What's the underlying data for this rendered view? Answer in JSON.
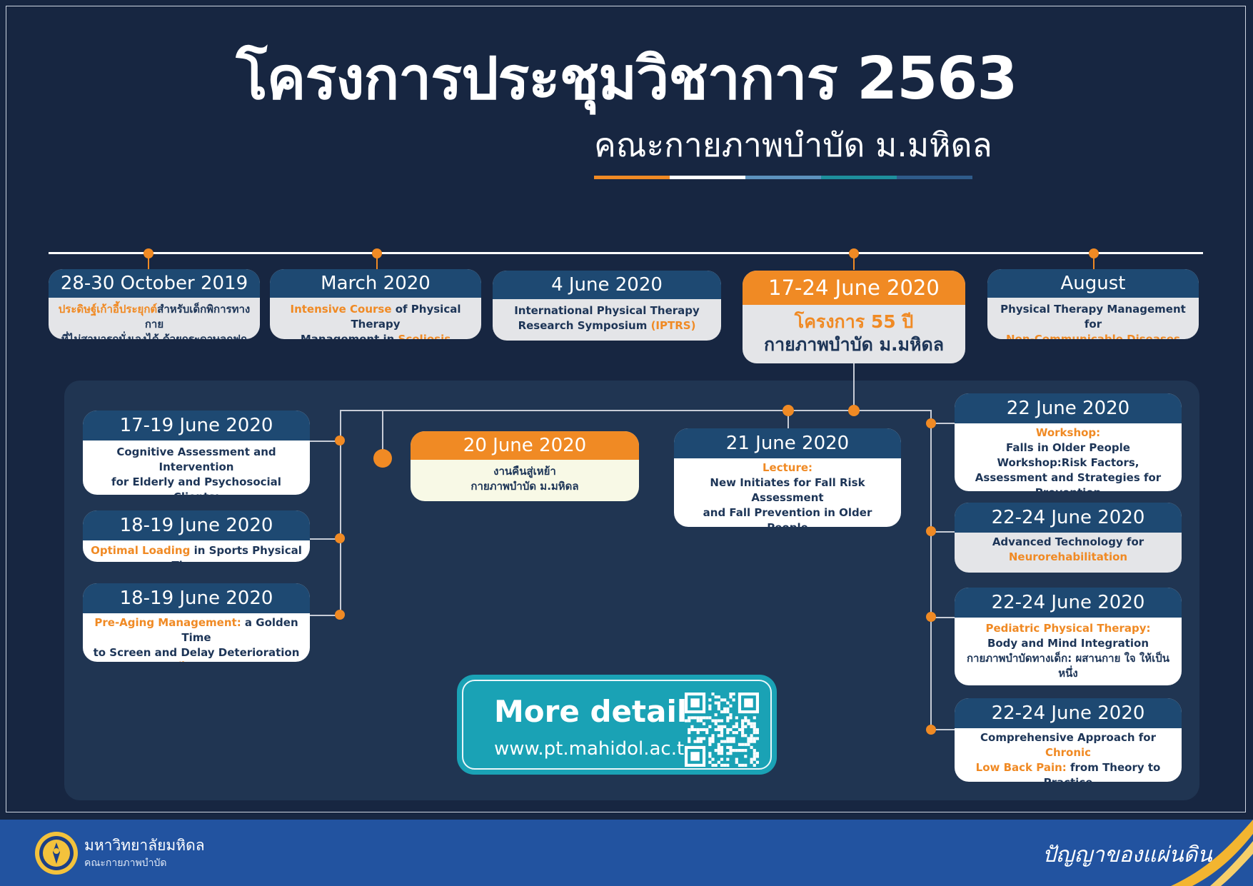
{
  "header": {
    "title": "โครงการประชุมวิชาการ  2563",
    "subtitle": "คณะกายภาพบำบัด ม.มหิดล",
    "underline_colors": [
      "#f08a24",
      "#ffffff",
      "#5d92bd",
      "#1e8f9c",
      "#2f5b8a"
    ]
  },
  "timeline": [
    {
      "date": "28-30 October 2019",
      "lines": [
        [
          {
            "t": "ประดิษฐ์เก้าอี้ประยุกต์",
            "h": 1
          },
          {
            "t": "สำหรับเด็กพิการทางกาย"
          }
        ],
        [
          {
            "t": "ที่ไม่สามารถนั่งเองได้ ด้วยกระดาษลูกฟูก"
          }
        ]
      ]
    },
    {
      "date": "March 2020",
      "lines": [
        [
          {
            "t": "Intensive Course",
            "h": 1
          },
          {
            "t": " of Physical Therapy"
          }
        ],
        [
          {
            "t": "Management in "
          },
          {
            "t": "Scoliosis",
            "h": 1
          }
        ]
      ]
    },
    {
      "date": "4 June 2020",
      "lines": [
        [
          {
            "t": "International Physical Therapy"
          }
        ],
        [
          {
            "t": "Research Symposium "
          },
          {
            "t": "(IPTRS)",
            "h": 1
          }
        ]
      ]
    },
    {
      "date": "17-24 June 2020",
      "lines": [
        [
          {
            "t": "โครงการ 55 ปี",
            "h": 1
          }
        ],
        [
          {
            "t": "กายภาพบำบัด ม.มหิดล"
          }
        ]
      ]
    },
    {
      "date": "August",
      "lines": [
        [
          {
            "t": "Physical Therapy Management for"
          }
        ],
        [
          {
            "t": "Non-Communicable Diseases (NCDs)",
            "h": 1
          }
        ]
      ]
    }
  ],
  "left_events": [
    {
      "date": "17-19 June 2020",
      "lines": [
        [
          {
            "t": "Cognitive Assessment and Intervention"
          }
        ],
        [
          {
            "t": "for Elderly and Psychosocial Clients:"
          }
        ],
        [
          {
            "t": "A Performance-Based Practice",
            "h": 1
          }
        ]
      ]
    },
    {
      "date": "18-19 June 2020",
      "lines": [
        [
          {
            "t": "Optimal Loading",
            "h": 1
          },
          {
            "t": " in Sports Physical Therapy"
          }
        ]
      ]
    },
    {
      "date": "18-19 June 2020",
      "lines": [
        [
          {
            "t": "Pre-Aging Management:",
            "h": 1
          },
          {
            "t": " a Golden Time"
          }
        ],
        [
          {
            "t": "to Screen and Delay Deterioration"
          }
        ],
        [
          {
            "t": "“ดัก (ไว้ก่อน) แก่”",
            "h": 1
          }
        ]
      ]
    }
  ],
  "center_events": [
    {
      "date": "20 June 2020",
      "lines": [
        [
          {
            "t": "งานคืนสู่เหย้า"
          }
        ],
        [
          {
            "t": "กายภาพบำบัด ม.มหิดล"
          }
        ]
      ]
    },
    {
      "date": "21 June 2020",
      "lines": [
        [
          {
            "t": "Lecture:",
            "h": 1
          }
        ],
        [
          {
            "t": "New Initiates for Fall Risk Assessment"
          }
        ],
        [
          {
            "t": "and Fall Prevention in Older People"
          }
        ],
        [
          {
            "t": "โดย Professor Stephen Ronald Lord",
            "h": 1,
            "big": 1
          }
        ]
      ]
    }
  ],
  "right_events": [
    {
      "date": "22 June 2020",
      "lines": [
        [
          {
            "t": "Workshop:",
            "h": 1
          }
        ],
        [
          {
            "t": "Falls in Older People Workshop:Risk Factors,"
          }
        ],
        [
          {
            "t": "Assessment and Strategies for Prevention"
          }
        ],
        [
          {
            "t": "โดย Professor Stephen Ronald Lord",
            "h": 1,
            "big": 1
          }
        ]
      ]
    },
    {
      "date": "22-24 June 2020",
      "lines": [
        [
          {
            "t": "Advanced Technology for"
          }
        ],
        [
          {
            "t": "Neurorehabilitation",
            "h": 1
          }
        ]
      ]
    },
    {
      "date": "22-24 June 2020",
      "lines": [
        [
          {
            "t": "Pediatric Physical Therapy:",
            "h": 1
          }
        ],
        [
          {
            "t": "Body and Mind Integration"
          }
        ],
        [
          {
            "t": "กายภาพบำบัดทางเด็ก: ผสานกาย ใจ ให้เป็นหนึ่ง"
          }
        ]
      ]
    },
    {
      "date": "22-24 June 2020",
      "lines": [
        [
          {
            "t": "Comprehensive Approach for "
          },
          {
            "t": "Chronic",
            "h": 1
          }
        ],
        [
          {
            "t": "Low Back Pain:",
            "h": 1
          },
          {
            "t": " from Theory to Practice"
          }
        ],
        [
          {
            "t": "(ครอบคลุมทุกมิติ LBP)",
            "h": 1
          }
        ]
      ]
    }
  ],
  "qr": {
    "label": "More details:",
    "url": "www.pt.mahidol.ac.th"
  },
  "footer": {
    "university": "มหาวิทยาลัยมหิดล",
    "faculty": "คณะกายภาพบำบัด",
    "slogan": "ปัญญาของแผ่นดิน"
  },
  "colors": {
    "background": "#172641",
    "accent": "#f08a24",
    "card_header": "#1e4972",
    "panel": "#203552",
    "footer": "#2253a0",
    "qr_box": "#1aa2b5"
  }
}
